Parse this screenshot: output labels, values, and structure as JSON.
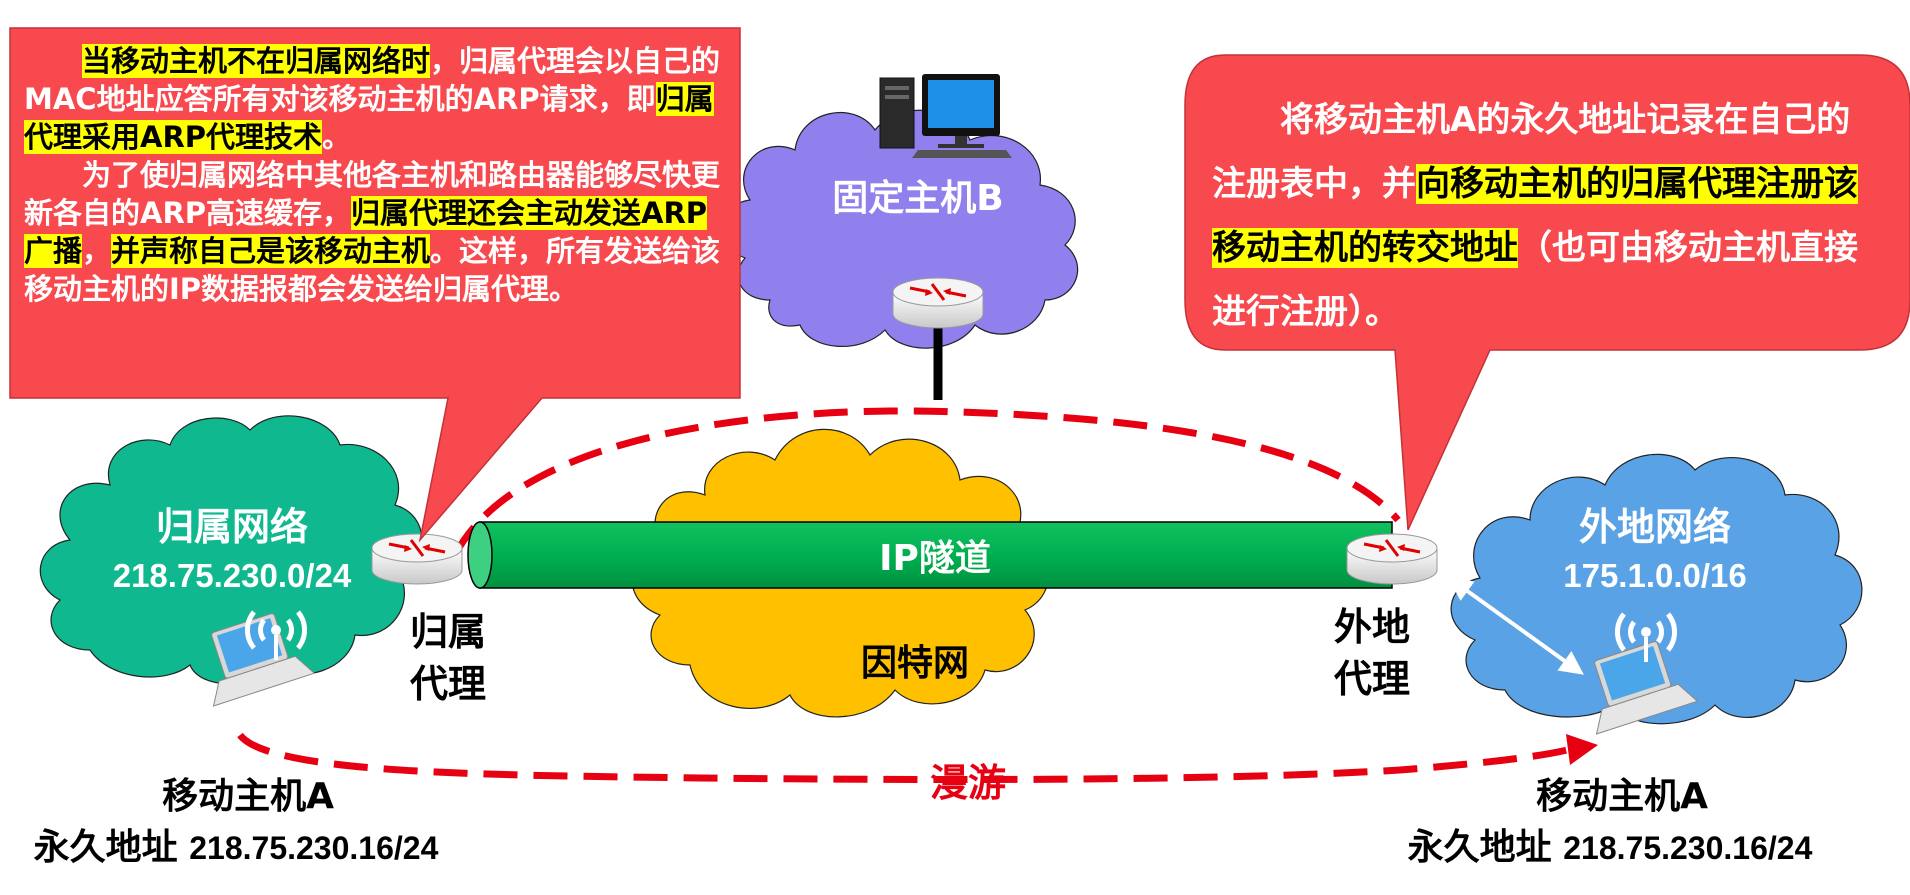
{
  "callouts": {
    "left": {
      "p1_hl1": "当移动主机不在归属网络时",
      "p1_t1": "，归属代理会以自己的MAC地址应答所有对该移动主机的ARP请求，即",
      "p1_hl2": "归属代理采用ARP代理技术",
      "p1_t2": "。",
      "p2_t1": "为了使归属网络中其他各主机和路由器能够尽快更新各自的ARP高速缓存，",
      "p2_hl1": "归属代理还会主动发送ARP广播",
      "p2_t2": "，",
      "p2_hl2": "并声称自己是该移动主机",
      "p2_t3": "。这样，所有发送给该移动主机的IP数据报都会发送给归属代理。"
    },
    "right": {
      "t1": "将移动主机A的永久地址记录在自己的注册表中，并",
      "hl1": "向移动主机的归属代理注册该移动主机的转交地址",
      "t2": "（也可由移动主机直接进行注册）。"
    }
  },
  "clouds": {
    "fixed": {
      "label": "固定主机B"
    },
    "internet": {
      "label": "因特网"
    },
    "home": {
      "label": "归属网络",
      "subnet": "218.75.230.0/24"
    },
    "foreign": {
      "label": "外地网络",
      "subnet": "175.1.0.0/16"
    }
  },
  "tunnel": {
    "label": "IP隧道"
  },
  "agents": {
    "home": {
      "line1": "归属",
      "line2": "代理"
    },
    "foreign": {
      "line1": "外地",
      "line2": "代理"
    }
  },
  "roam": {
    "label": "漫游"
  },
  "hosts": {
    "left": {
      "name": "移动主机A",
      "addr_label": "永久地址",
      "addr": "218.75.230.16/24"
    },
    "right": {
      "name": "移动主机A",
      "addr_label": "永久地址",
      "addr": "218.75.230.16/24"
    }
  },
  "colors": {
    "callout_red": "#f8494e",
    "highlight": "#ffff00",
    "fixed_cloud": "#9080ee",
    "internet_cloud": "#ffc000",
    "home_cloud": "#10b890",
    "foreign_cloud": "#5aa2e6",
    "tunnel": "#00b050",
    "dashed_red": "#e60012"
  }
}
